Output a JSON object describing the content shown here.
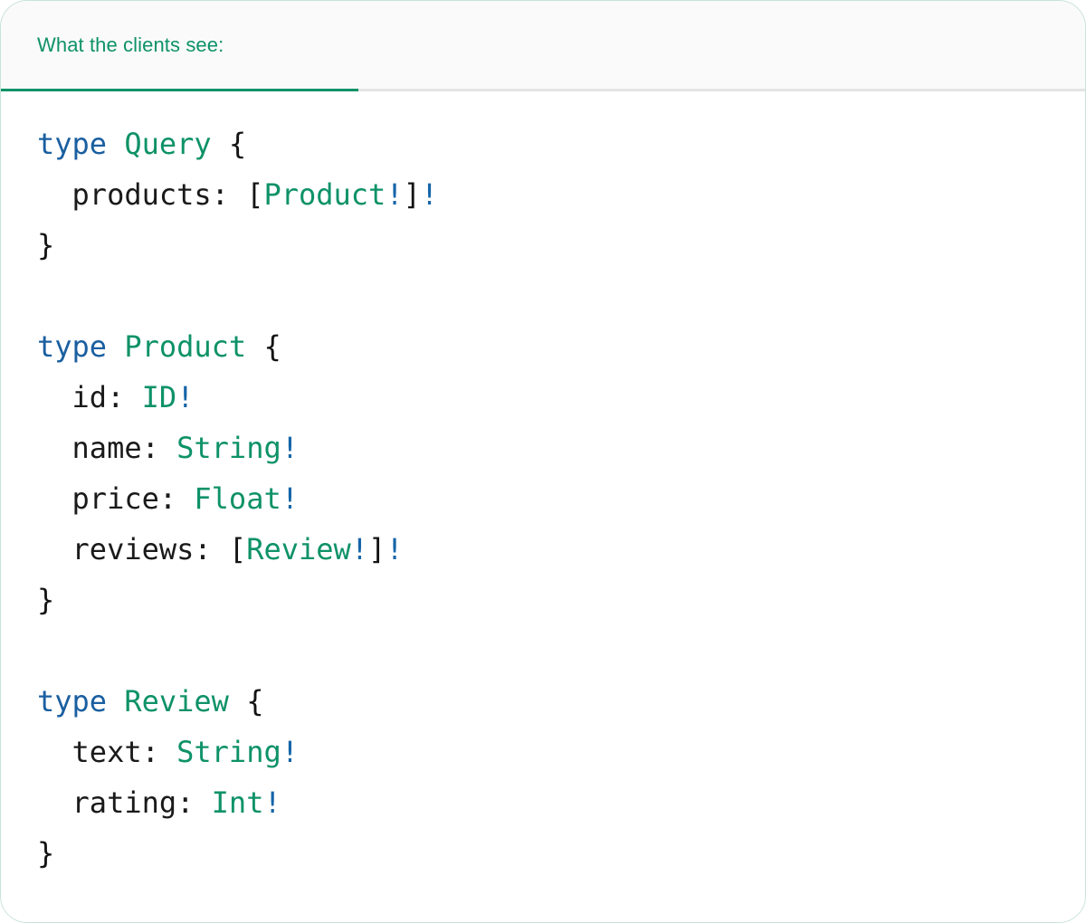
{
  "card": {
    "accent_green": "#0e9268",
    "keyword_blue": "#1a5fa0",
    "bang_blue": "#1565a8",
    "text_dark": "#1a1a1a",
    "header_bg": "#fafafa",
    "body_bg": "#ffffff",
    "border": "#c9e3d7"
  },
  "tab": {
    "label": "What the clients see:"
  },
  "code": {
    "language": "graphql",
    "lines": [
      {
        "id": "l1",
        "tokens": [
          {
            "t": "type",
            "c": "kw"
          },
          {
            "t": " ",
            "c": "punc"
          },
          {
            "t": "Query",
            "c": "name"
          },
          {
            "t": " {",
            "c": "punc"
          }
        ]
      },
      {
        "id": "l2",
        "tokens": [
          {
            "t": "  products: ",
            "c": "field"
          },
          {
            "t": "[",
            "c": "punc"
          },
          {
            "t": "Product",
            "c": "name"
          },
          {
            "t": "!",
            "c": "bang"
          },
          {
            "t": "]",
            "c": "punc"
          },
          {
            "t": "!",
            "c": "bang"
          }
        ]
      },
      {
        "id": "l3",
        "tokens": [
          {
            "t": "}",
            "c": "punc"
          }
        ]
      },
      {
        "id": "l4",
        "tokens": []
      },
      {
        "id": "l5",
        "tokens": [
          {
            "t": "type",
            "c": "kw"
          },
          {
            "t": " ",
            "c": "punc"
          },
          {
            "t": "Product",
            "c": "name"
          },
          {
            "t": " {",
            "c": "punc"
          }
        ]
      },
      {
        "id": "l6",
        "tokens": [
          {
            "t": "  id: ",
            "c": "field"
          },
          {
            "t": "ID",
            "c": "name"
          },
          {
            "t": "!",
            "c": "bang"
          }
        ]
      },
      {
        "id": "l7",
        "tokens": [
          {
            "t": "  name: ",
            "c": "field"
          },
          {
            "t": "String",
            "c": "name"
          },
          {
            "t": "!",
            "c": "bang"
          }
        ]
      },
      {
        "id": "l8",
        "tokens": [
          {
            "t": "  price: ",
            "c": "field"
          },
          {
            "t": "Float",
            "c": "name"
          },
          {
            "t": "!",
            "c": "bang"
          }
        ]
      },
      {
        "id": "l9",
        "tokens": [
          {
            "t": "  reviews: ",
            "c": "field"
          },
          {
            "t": "[",
            "c": "punc"
          },
          {
            "t": "Review",
            "c": "name"
          },
          {
            "t": "!",
            "c": "bang"
          },
          {
            "t": "]",
            "c": "punc"
          },
          {
            "t": "!",
            "c": "bang"
          }
        ]
      },
      {
        "id": "l10",
        "tokens": [
          {
            "t": "}",
            "c": "punc"
          }
        ]
      },
      {
        "id": "l11",
        "tokens": []
      },
      {
        "id": "l12",
        "tokens": [
          {
            "t": "type",
            "c": "kw"
          },
          {
            "t": " ",
            "c": "punc"
          },
          {
            "t": "Review",
            "c": "name"
          },
          {
            "t": " {",
            "c": "punc"
          }
        ]
      },
      {
        "id": "l13",
        "tokens": [
          {
            "t": "  text: ",
            "c": "field"
          },
          {
            "t": "String",
            "c": "name"
          },
          {
            "t": "!",
            "c": "bang"
          }
        ]
      },
      {
        "id": "l14",
        "tokens": [
          {
            "t": "  rating: ",
            "c": "field"
          },
          {
            "t": "Int",
            "c": "name"
          },
          {
            "t": "!",
            "c": "bang"
          }
        ]
      },
      {
        "id": "l15",
        "tokens": [
          {
            "t": "}",
            "c": "punc"
          }
        ]
      }
    ]
  }
}
